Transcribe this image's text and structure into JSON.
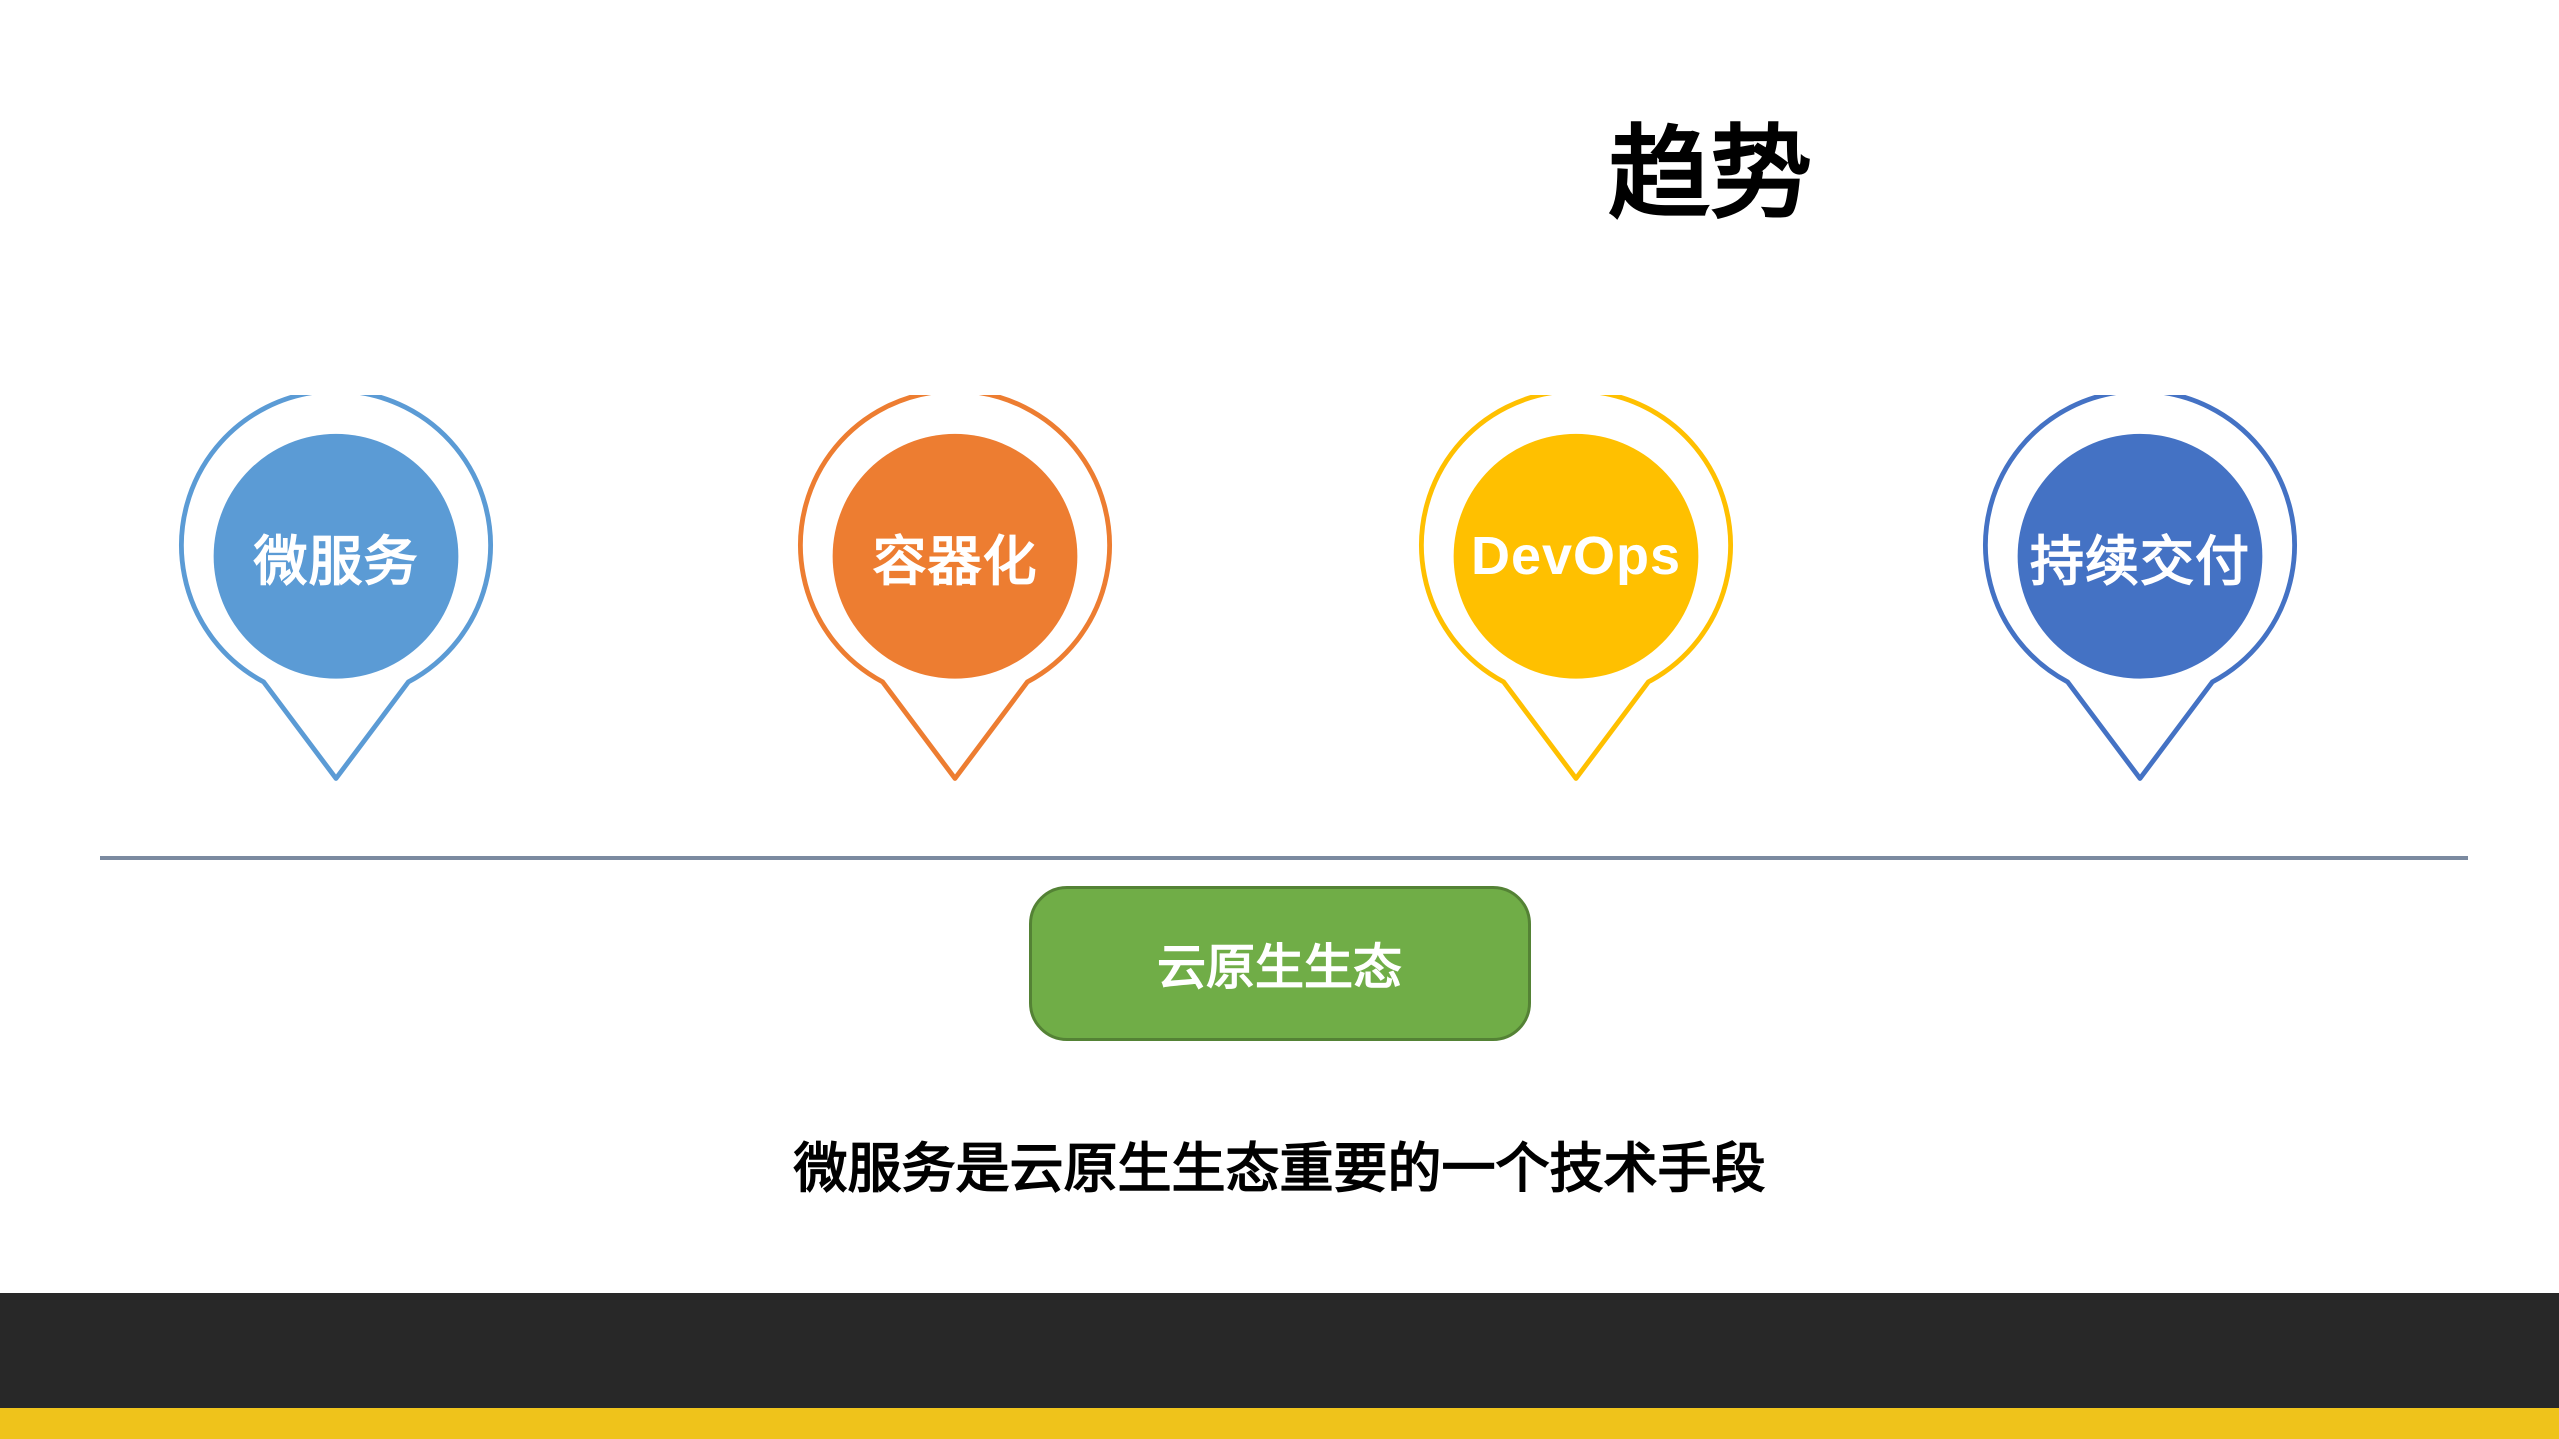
{
  "slide": {
    "title": "趋势",
    "caption": "微服务是云原生生态重要的一个技术手段"
  },
  "pins": [
    {
      "label": "微服务",
      "color": "#5B9BD5"
    },
    {
      "label": "容器化",
      "color": "#ED7D31"
    },
    {
      "label": "DevOps",
      "color": "#FFC000"
    },
    {
      "label": "持续交付",
      "color": "#4472C4"
    }
  ],
  "ecosystem_box": {
    "label": "云原生生态",
    "fill": "#70AD47",
    "border": "#548235",
    "text_color": "#FFFFFF"
  },
  "divider_color": "#7B8AA0",
  "footer": {
    "dark_bar_color": "#282828",
    "yellow_bar_color": "#EFC31B"
  }
}
